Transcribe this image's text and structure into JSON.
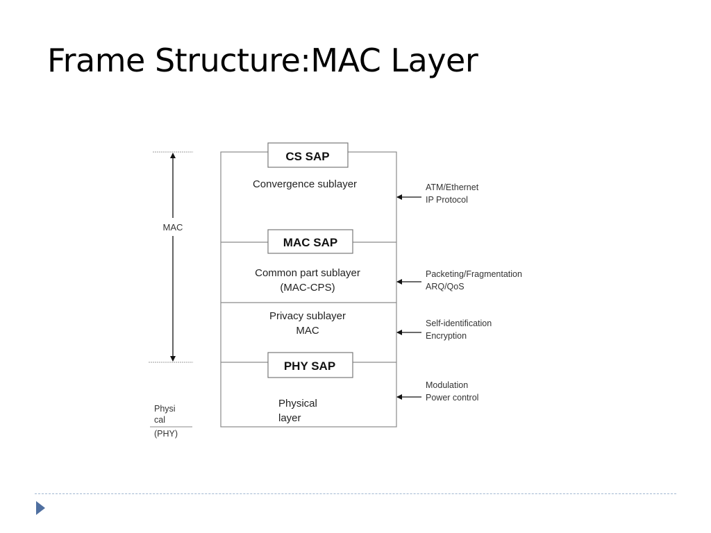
{
  "slide": {
    "title": "Frame Structure:MAC Layer"
  },
  "diagram": {
    "mac_label": "MAC",
    "phy_label_lines": [
      "Physi",
      "cal",
      "(PHY)"
    ],
    "saps": {
      "cs": "CS SAP",
      "mac": "MAC SAP",
      "phy": "PHY SAP"
    },
    "sublayers": {
      "convergence": [
        "Convergence sublayer"
      ],
      "common_part": [
        "Common part sublayer",
        "(MAC-CPS)"
      ],
      "privacy": [
        "Privacy sublayer",
        "MAC"
      ],
      "physical": [
        "Physical",
        "layer"
      ]
    },
    "functions": {
      "convergence": [
        "ATM/Ethernet",
        "IP Protocol"
      ],
      "common_part": [
        "Packeting/Fragmentation",
        "ARQ/QoS"
      ],
      "privacy": [
        "Self-identification",
        "Encryption"
      ],
      "physical": [
        "Modulation",
        "Power control"
      ]
    },
    "colors": {
      "outline": "#8a8a8a",
      "footer_arrow": "#4f6fa0",
      "footer_line": "#9fb6d0"
    }
  }
}
